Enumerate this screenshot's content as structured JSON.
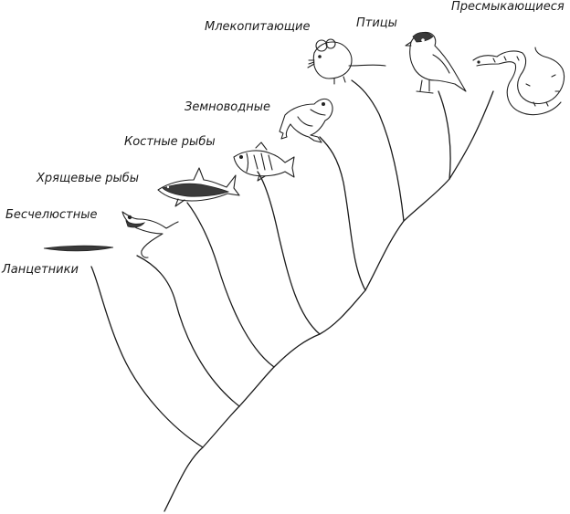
{
  "labels": {
    "lancelets": "Ланцетники",
    "jawless": "Бесчелюстные",
    "cartilaginous": "Хрящевые рыбы",
    "bony": "Костные рыбы",
    "amphibians": "Земноводные",
    "mammals": "Млекопитающие",
    "birds": "Птицы",
    "reptiles": "Пресмыкающиеся"
  },
  "icons": [
    "lancelet-icon",
    "lamprey-icon",
    "shark-icon",
    "bony-fish-icon",
    "frog-icon",
    "mouse-icon",
    "bird-icon",
    "snake-icon"
  ]
}
